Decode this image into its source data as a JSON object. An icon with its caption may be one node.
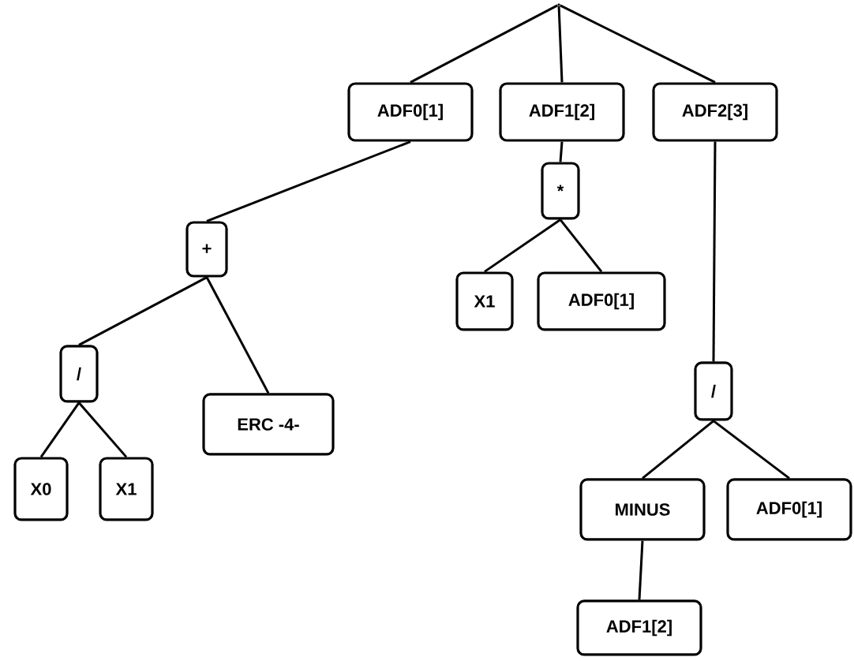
{
  "diagram": {
    "nodes": [
      {
        "text": [],
        "shape": "point"
      },
      {
        "text": [
          "ADF0[1]"
        ]
      },
      {
        "text": [
          "ADF1[2]"
        ]
      },
      {
        "text": [
          "ADF2[3]"
        ]
      },
      {
        "text": [
          "*"
        ]
      },
      {
        "text": [
          "+"
        ]
      },
      {
        "text": [
          "X1"
        ]
      },
      {
        "text": [
          "ADF0[1]"
        ]
      },
      {
        "text": [
          "/"
        ]
      },
      {
        "text": [
          "/"
        ]
      },
      {
        "text": [
          "ERC -4-"
        ]
      },
      {
        "text": [
          "X0"
        ]
      },
      {
        "text": [
          "X1"
        ]
      },
      {
        "text": [
          "MINUS"
        ]
      },
      {
        "text": [
          "ADF0[1]"
        ]
      },
      {
        "text": [
          "ADF1[2]"
        ]
      }
    ],
    "edges": [
      {
        "from": 0,
        "to": 1,
        "arrow": "none"
      },
      {
        "from": 0,
        "to": 2,
        "arrow": "none"
      },
      {
        "from": 0,
        "to": 3,
        "arrow": "none"
      },
      {
        "from": 1,
        "to": 5,
        "arrow": "none"
      },
      {
        "from": 2,
        "to": 4,
        "arrow": "none"
      },
      {
        "from": 3,
        "to": 9,
        "arrow": "none"
      },
      {
        "from": 4,
        "to": 6,
        "arrow": "none"
      },
      {
        "from": 4,
        "to": 7,
        "arrow": "none"
      },
      {
        "from": 5,
        "to": 8,
        "arrow": "none"
      },
      {
        "from": 5,
        "to": 10,
        "arrow": "none"
      },
      {
        "from": 8,
        "to": 11,
        "arrow": "none"
      },
      {
        "from": 8,
        "to": 12,
        "arrow": "none"
      },
      {
        "from": 9,
        "to": 13,
        "arrow": "none"
      },
      {
        "from": 9,
        "to": 14,
        "arrow": "none"
      },
      {
        "from": 13,
        "to": 15,
        "arrow": "none"
      }
    ]
  }
}
